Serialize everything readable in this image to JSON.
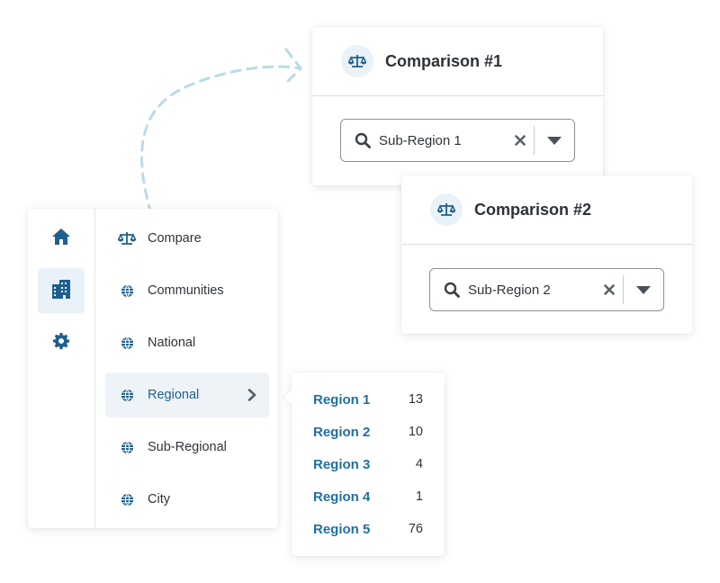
{
  "comparisons": [
    {
      "title": "Comparison #1",
      "icon": "scale-icon",
      "select_value": "Sub-Region 1"
    },
    {
      "title": "Comparison #2",
      "icon": "scale-icon",
      "select_value": "Sub-Region 2"
    }
  ],
  "rail": {
    "items": [
      {
        "icon": "home-icon"
      },
      {
        "icon": "buildings-icon",
        "active": true
      },
      {
        "icon": "gear-icon"
      }
    ]
  },
  "nav": {
    "items": [
      {
        "label": "Compare",
        "icon": "scale-icon"
      },
      {
        "label": "Communities",
        "icon": "globe-icon"
      },
      {
        "label": "National",
        "icon": "globe-icon"
      },
      {
        "label": "Regional",
        "icon": "globe-icon",
        "active": true,
        "has_submenu": true
      },
      {
        "label": "Sub-Regional",
        "icon": "globe-icon"
      },
      {
        "label": "City",
        "icon": "globe-icon"
      }
    ]
  },
  "regions": [
    {
      "name": "Region 1",
      "count": "13"
    },
    {
      "name": "Region 2",
      "count": "10"
    },
    {
      "name": "Region 3",
      "count": "4"
    },
    {
      "name": "Region 4",
      "count": "1"
    },
    {
      "name": "Region 5",
      "count": "76"
    }
  ],
  "colors": {
    "accent": "#1f6fa3",
    "icon_blue": "#1f5f8e",
    "active_bg": "#e9f1f8",
    "dashed_curve": "#b8dbe8"
  }
}
